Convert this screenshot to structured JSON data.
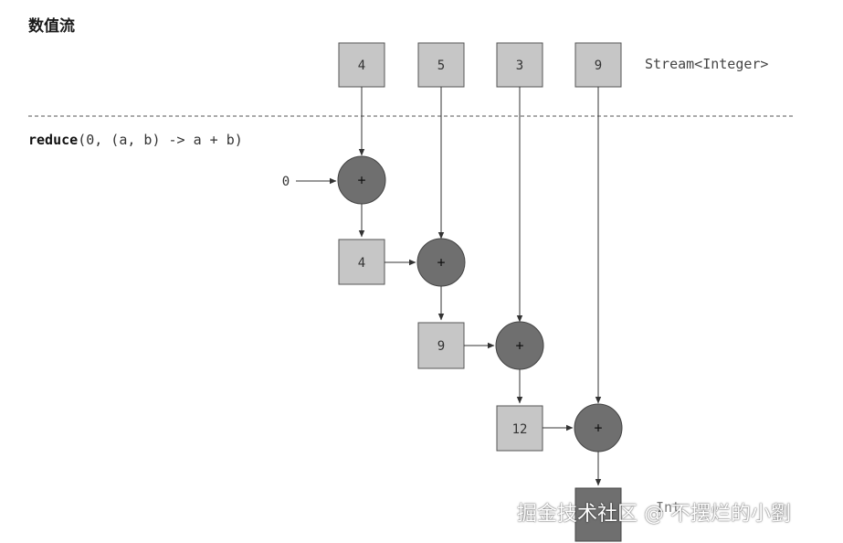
{
  "title": "数值流",
  "code": {
    "keyword": "reduce",
    "rest": "(0, (a, b) -> a + b)"
  },
  "stream_label": "Stream<Integer>",
  "stream_values": [
    "4",
    "5",
    "3",
    "9"
  ],
  "initial_value": "0",
  "operator_symbol": "+",
  "accumulator_values": [
    "4",
    "9",
    "12"
  ],
  "final_partial_label": "Int",
  "watermark": "掘金技术社区 @ 不摆烂的小劉",
  "colors": {
    "light_box": "#c6c6c6",
    "dark_box": "#6f6f6f",
    "operator_fill": "#6f6f6f",
    "line": "#333333",
    "divider": "#555555"
  }
}
